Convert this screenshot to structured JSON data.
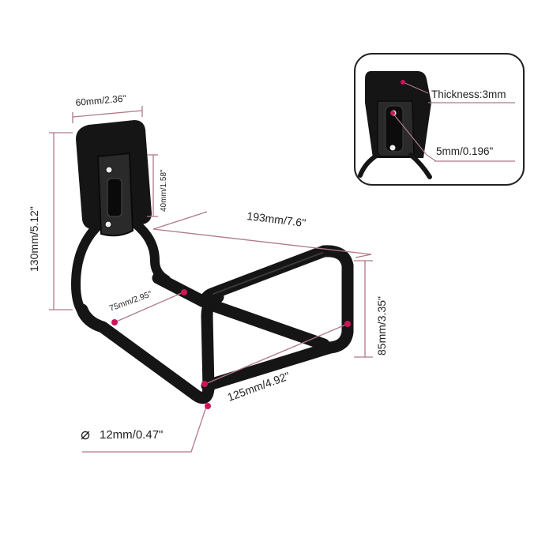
{
  "colors": {
    "background": "#ffffff",
    "product": "#151515",
    "product_highlight": "#3a3a3a",
    "dimension_line": "#b07a86",
    "marker": "#d0145a",
    "text": "#222222",
    "inset_border": "#222222"
  },
  "dimensions": {
    "plate_width": "60mm/2.36\"",
    "plate_height": "40mm/1.58\"",
    "total_height": "130mm/5.12\"",
    "total_depth": "193mm/7.6\"",
    "inner_width": "75mm/2.95\"",
    "hook_height": "85mm/3.35\"",
    "hook_length": "125mm/4.92\"",
    "tube_diameter": "12mm/0.47\"",
    "diameter_symbol": "⌀"
  },
  "inset": {
    "thickness": "Thickness:3mm",
    "hole_size": "5mm/0.196\""
  }
}
